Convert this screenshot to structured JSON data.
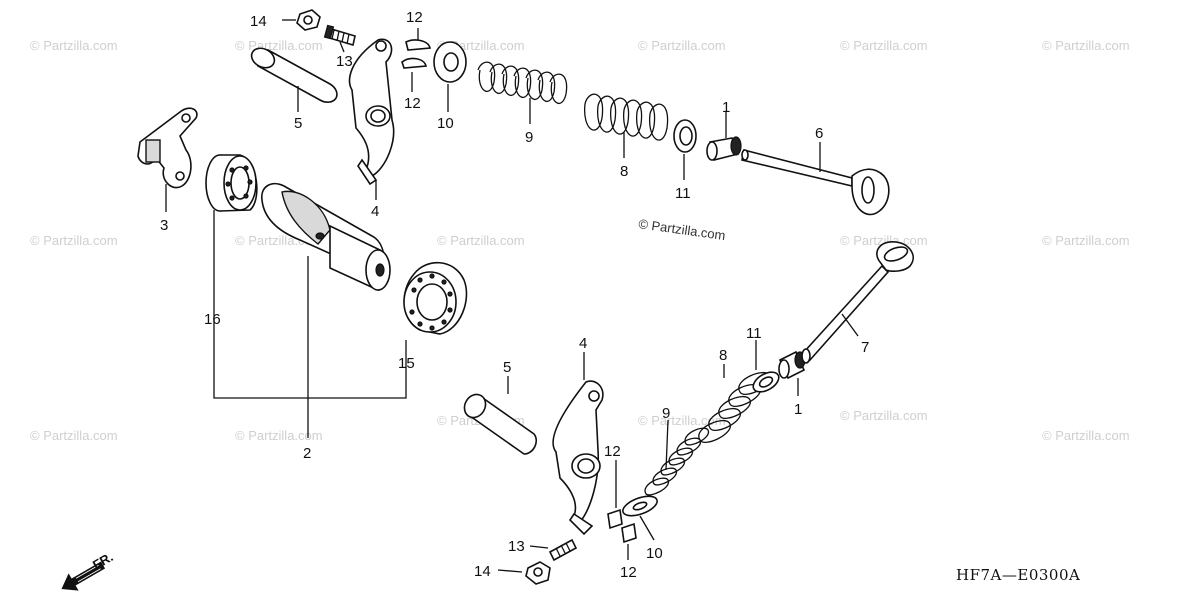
{
  "watermark": "© Partzilla.com",
  "diagram_code": "HF7A—E0300A",
  "front_indicator": "FR.",
  "callouts": {
    "c1a": "1",
    "c1b": "1",
    "c2": "2",
    "c3": "3",
    "c4a": "4",
    "c4b": "4",
    "c5a": "5",
    "c5b": "5",
    "c6": "6",
    "c7": "7",
    "c8a": "8",
    "c8b": "8",
    "c9a": "9",
    "c9b": "9",
    "c10a": "10",
    "c10b": "10",
    "c11a": "11",
    "c11b": "11",
    "c12a": "12",
    "c12b": "12",
    "c12c": "12",
    "c12d": "12",
    "c13a": "13",
    "c13b": "13",
    "c14a": "14",
    "c14b": "14",
    "c15": "15",
    "c16": "16"
  }
}
